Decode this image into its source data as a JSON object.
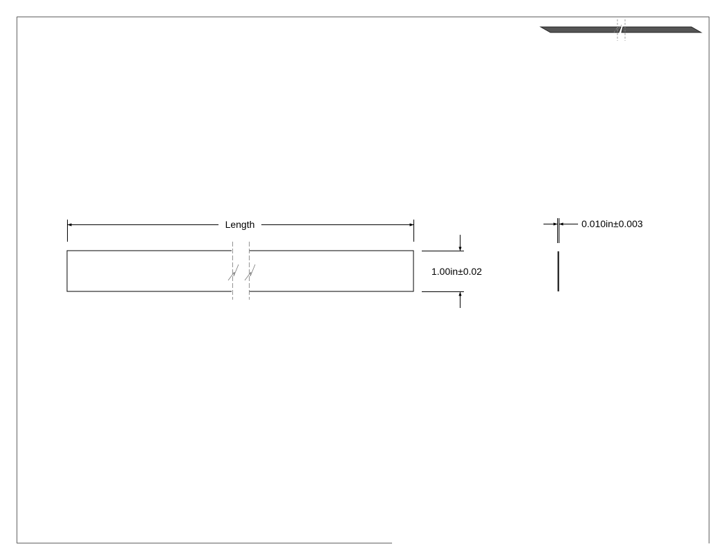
{
  "drawing": {
    "length_label": "Length",
    "width_label": "1.00in±0.02",
    "thickness_label": "0.010in±0.003"
  },
  "colors": {
    "line": "#000000",
    "frame": "#606060",
    "break_line": "#777777",
    "iso_fill": "#555555"
  }
}
